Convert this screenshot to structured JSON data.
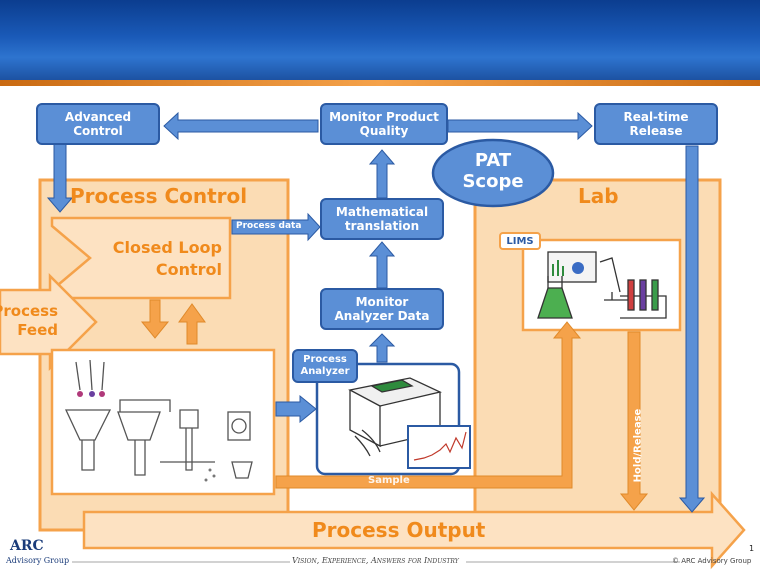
{
  "diagram": {
    "nodes": {
      "advanced_control": "Advanced\nControl",
      "monitor_product_quality": "Monitor Product\nQuality",
      "realtime_release": "Real-time\nRelease",
      "pat_scope": "PAT\nScope",
      "mathematical_translation": "Mathematical\ntranslation",
      "monitor_analyzer_data": "Monitor\nAnalyzer Data",
      "process_analyzer": "Process\nAnalyzer",
      "lims": "LIMS",
      "closed_loop_control": "Closed Loop\nControl"
    },
    "regions": {
      "process_control": "Process Control",
      "lab": "Lab",
      "process_feed": "Process\nFeed",
      "process_output": "Process Output"
    },
    "arrow_labels": {
      "process_data": "Process data",
      "sample": "Sample",
      "hold_release": "Hold/Release"
    }
  },
  "footer": {
    "logo_title": "ARC",
    "logo_subtitle": "Advisory Group",
    "tagline": "Vision, Experience, Answers for Industry",
    "copyright": "© ARC Advisory Group",
    "page_number": "1"
  },
  "colors": {
    "blue_box": "#5b8fd6",
    "orange_region": "#fbdcb4",
    "orange_border": "#f5a24a"
  }
}
